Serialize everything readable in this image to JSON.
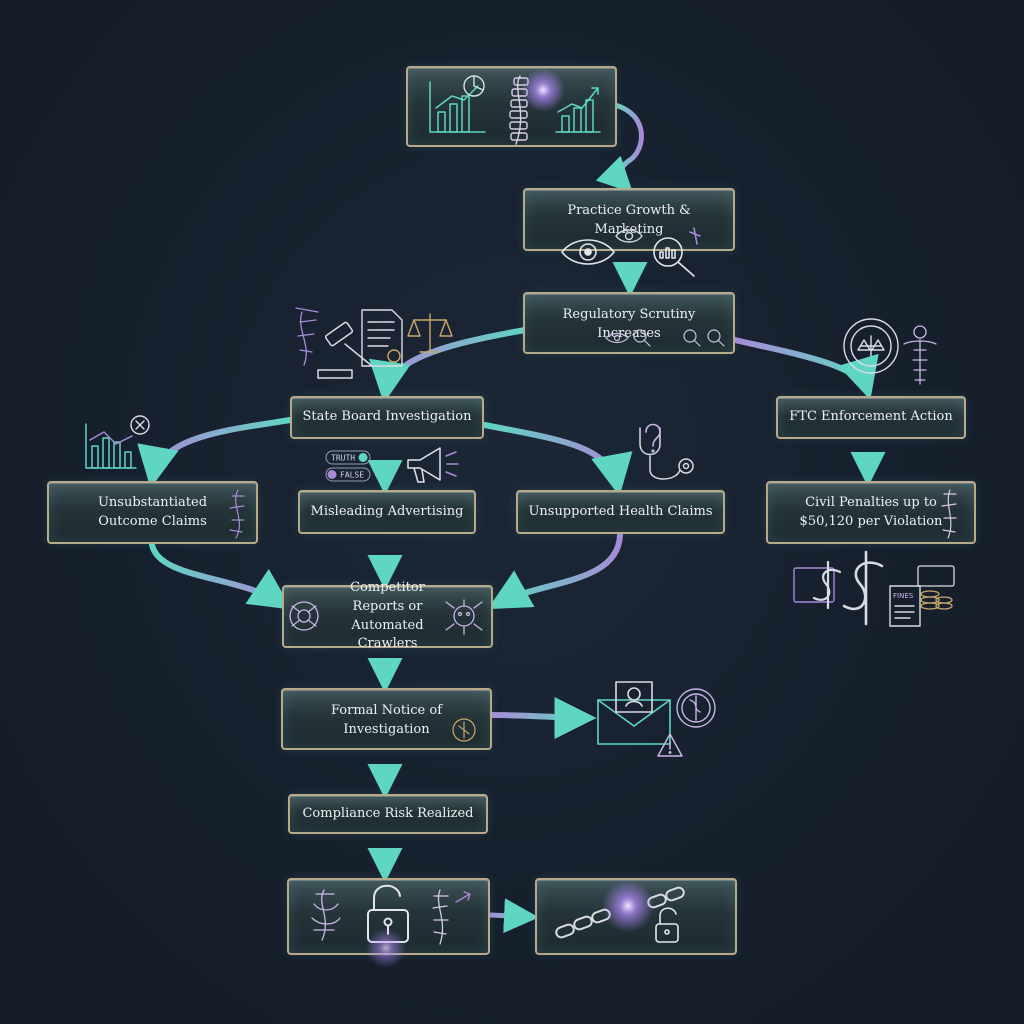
{
  "diagram": {
    "nodes": {
      "growth": "Practice Growth & Marketing",
      "scrutiny": "Regulatory Scrutiny Increases",
      "state_board": "State Board Investigation",
      "ftc": "FTC Enforcement Action",
      "unsubstantiated": "Unsubstantiated Outcome Claims",
      "misleading": "Misleading Advertising",
      "unsupported": "Unsupported Health Claims",
      "penalties": "Civil Penalties up to $50,120 per Violation",
      "competitor": "Competitor Reports or Automated Crawlers",
      "notice": "Formal Notice of Investigation",
      "risk": "Compliance Risk Realized"
    },
    "toggle": {
      "truth": "TRUTH",
      "false": "FALSE"
    },
    "fines_tag": "FINES",
    "colors": {
      "teal": "#5fd6c2",
      "violet": "#a78bd8",
      "border": "#b8a98a",
      "background": "#161f2c"
    }
  }
}
